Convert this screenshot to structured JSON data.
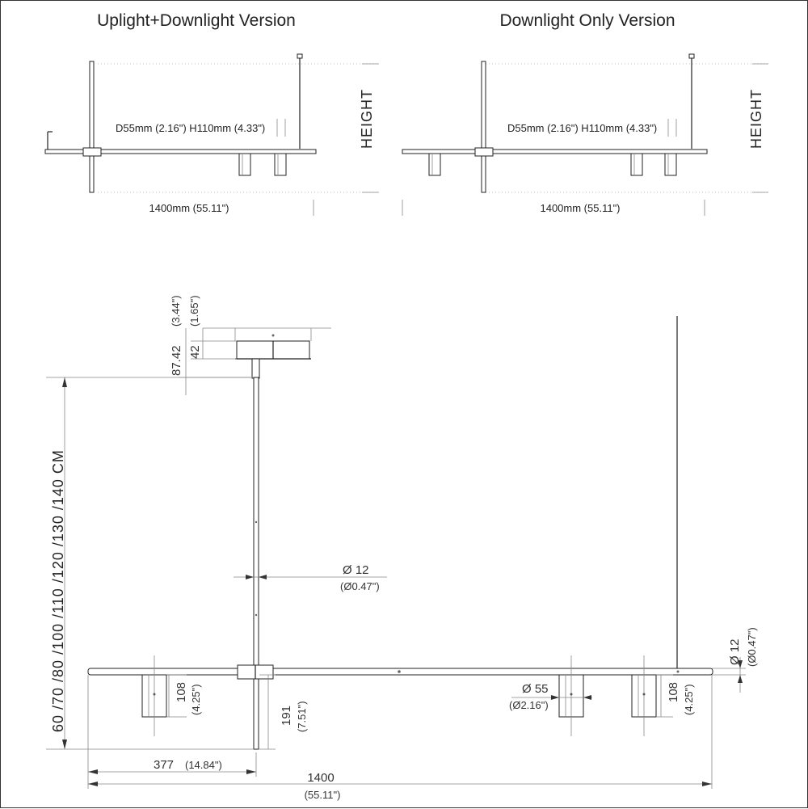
{
  "top_left": {
    "title": "Uplight+Downlight Version",
    "shade_dim": "D55mm (2.16\") H110mm (4.33\")",
    "width_dim": "1400mm (55.11\")",
    "height_label": "HEIGHT"
  },
  "top_right": {
    "title": "Downlight Only Version",
    "shade_dim": "D55mm (2.16\") H110mm (4.33\")",
    "width_dim": "1400mm (55.11\")",
    "height_label": "HEIGHT"
  },
  "detail": {
    "canopy_total_mm": "87.42",
    "canopy_total_in": "(3.44\")",
    "canopy_body_mm": "42",
    "canopy_body_in": "(1.65\")",
    "height_options": "60 /70 /80 /100 /110 /120 /130 /140  CM",
    "stem_dia_mm": "Ø 12",
    "stem_dia_in": "(Ø0.47\")",
    "bar_dia_mm": "Ø 12",
    "bar_dia_in": "(Ø0.47\")",
    "shade_h_left_mm": "108",
    "shade_h_left_in": "(4.25\")",
    "shade_h_right_mm": "108",
    "shade_h_right_in": "(4.25\")",
    "drop_mm": "191",
    "drop_in": "(7.51\")",
    "shade_dia_mm": "Ø 55",
    "shade_dia_in": "(Ø2.16\")",
    "offset_mm": "377",
    "offset_in": "(14.84\")",
    "total_mm": "1400",
    "total_in": "(55.11\")"
  }
}
